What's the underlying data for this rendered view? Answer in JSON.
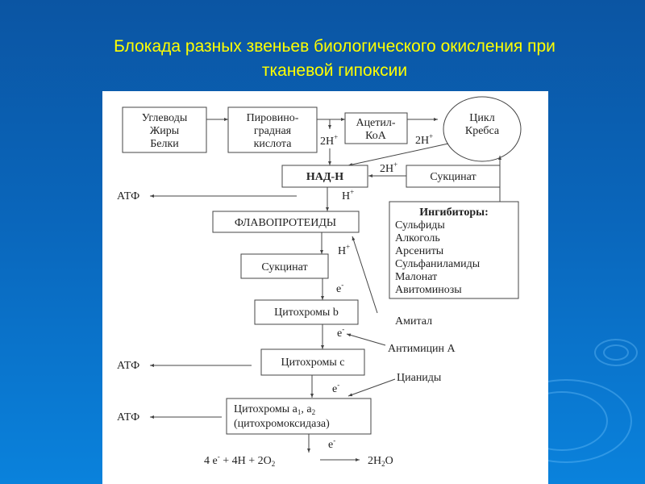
{
  "slide": {
    "title_line1": "Блокада разных звеньев биологического окисления при",
    "title_line2": "тканевой гипоксии",
    "colors": {
      "title": "#ffff00",
      "background": "#0a66bb"
    }
  },
  "diagram": {
    "sources": [
      "Углеводы",
      "Жиры",
      "Белки"
    ],
    "pyruvate": [
      "Пировино-",
      "градная",
      "кислота"
    ],
    "acetyl": [
      "Ацетил-",
      "КоА"
    ],
    "krebs": [
      "Цикл",
      "Кребса"
    ],
    "nad": "НАД-Н",
    "succinate_top": "Сукцинат",
    "flavo": "ФЛАВОПРОТЕИДЫ",
    "succinate": "Сукцинат",
    "cyt_b": "Цитохромы b",
    "cyt_c": "Цитохромы с",
    "cyt_a": [
      "Цитохромы a",
      "1",
      ", a",
      "2"
    ],
    "cyt_oxidase": "(цитохромоксидаза)",
    "atp": "АТФ",
    "h2": "2H",
    "h": "H",
    "plus": "+",
    "e": "e",
    "minus": "-",
    "inhibitors": {
      "title": "Ингибиторы:",
      "items": [
        "Сульфиды",
        "Алкоголь",
        "Арсениты",
        "Сульфаниламиды",
        "Малонат",
        "Авитоминозы"
      ]
    },
    "amytal": "Амитал",
    "antimycin": "Антимицин А",
    "cyanides": "Цианиды",
    "equation": {
      "left": "4 e",
      "mid": " + 4H + 2O",
      "sub2": "2",
      "right_a": "2H",
      "right_sub": "2",
      "right_b": "O"
    }
  }
}
